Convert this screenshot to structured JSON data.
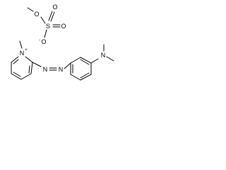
{
  "molecule": {
    "anion_atoms": {
      "methyl_o": "O",
      "sulfur": "S",
      "oxo_o_top": "O",
      "oxo_o_right": "O",
      "charged_o": "O"
    },
    "anion_charge": "-",
    "cation_atoms": {
      "ring_n": "N",
      "ring_n_charge": "+",
      "azo_n1": "N",
      "azo_n2": "N",
      "amine_n": "N"
    }
  },
  "colors": {
    "bond": "#000000",
    "background": "#ffffff"
  }
}
